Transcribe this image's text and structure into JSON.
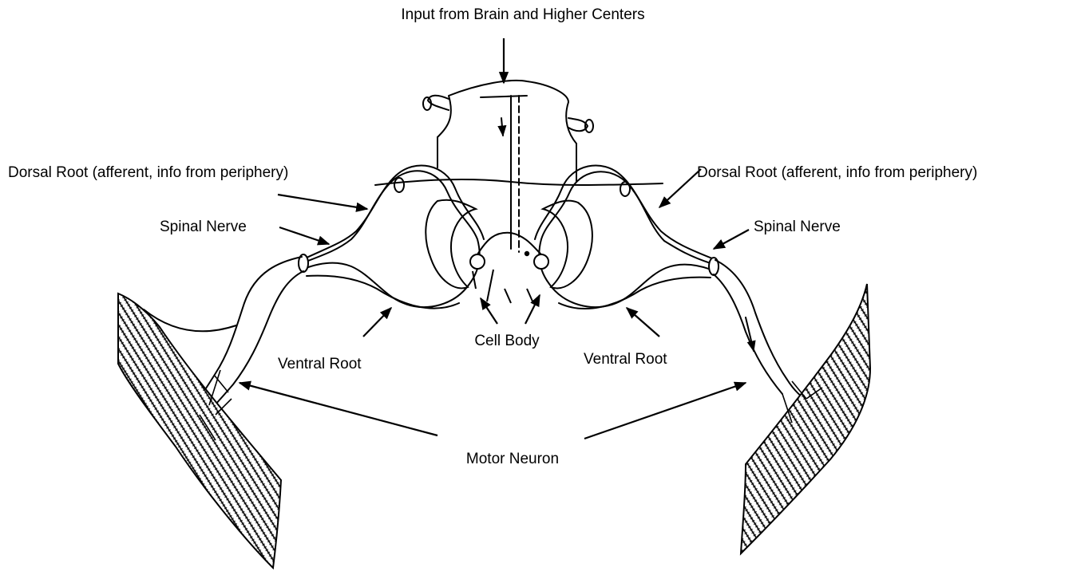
{
  "labels": {
    "input": "Input from Brain and Higher Centers",
    "dorsal_root_left": "Dorsal Root (afferent, info from periphery)",
    "dorsal_root_right": "Dorsal Root (afferent, info from periphery)",
    "spinal_nerve_left": "Spinal Nerve",
    "spinal_nerve_right": "Spinal Nerve",
    "ventral_root_left": "Ventral Root",
    "ventral_root_right": "Ventral Root",
    "cell_body": "Cell Body",
    "motor_neuron": "Motor Neuron"
  },
  "colors": {
    "ink": "#000000",
    "background": "#ffffff"
  }
}
